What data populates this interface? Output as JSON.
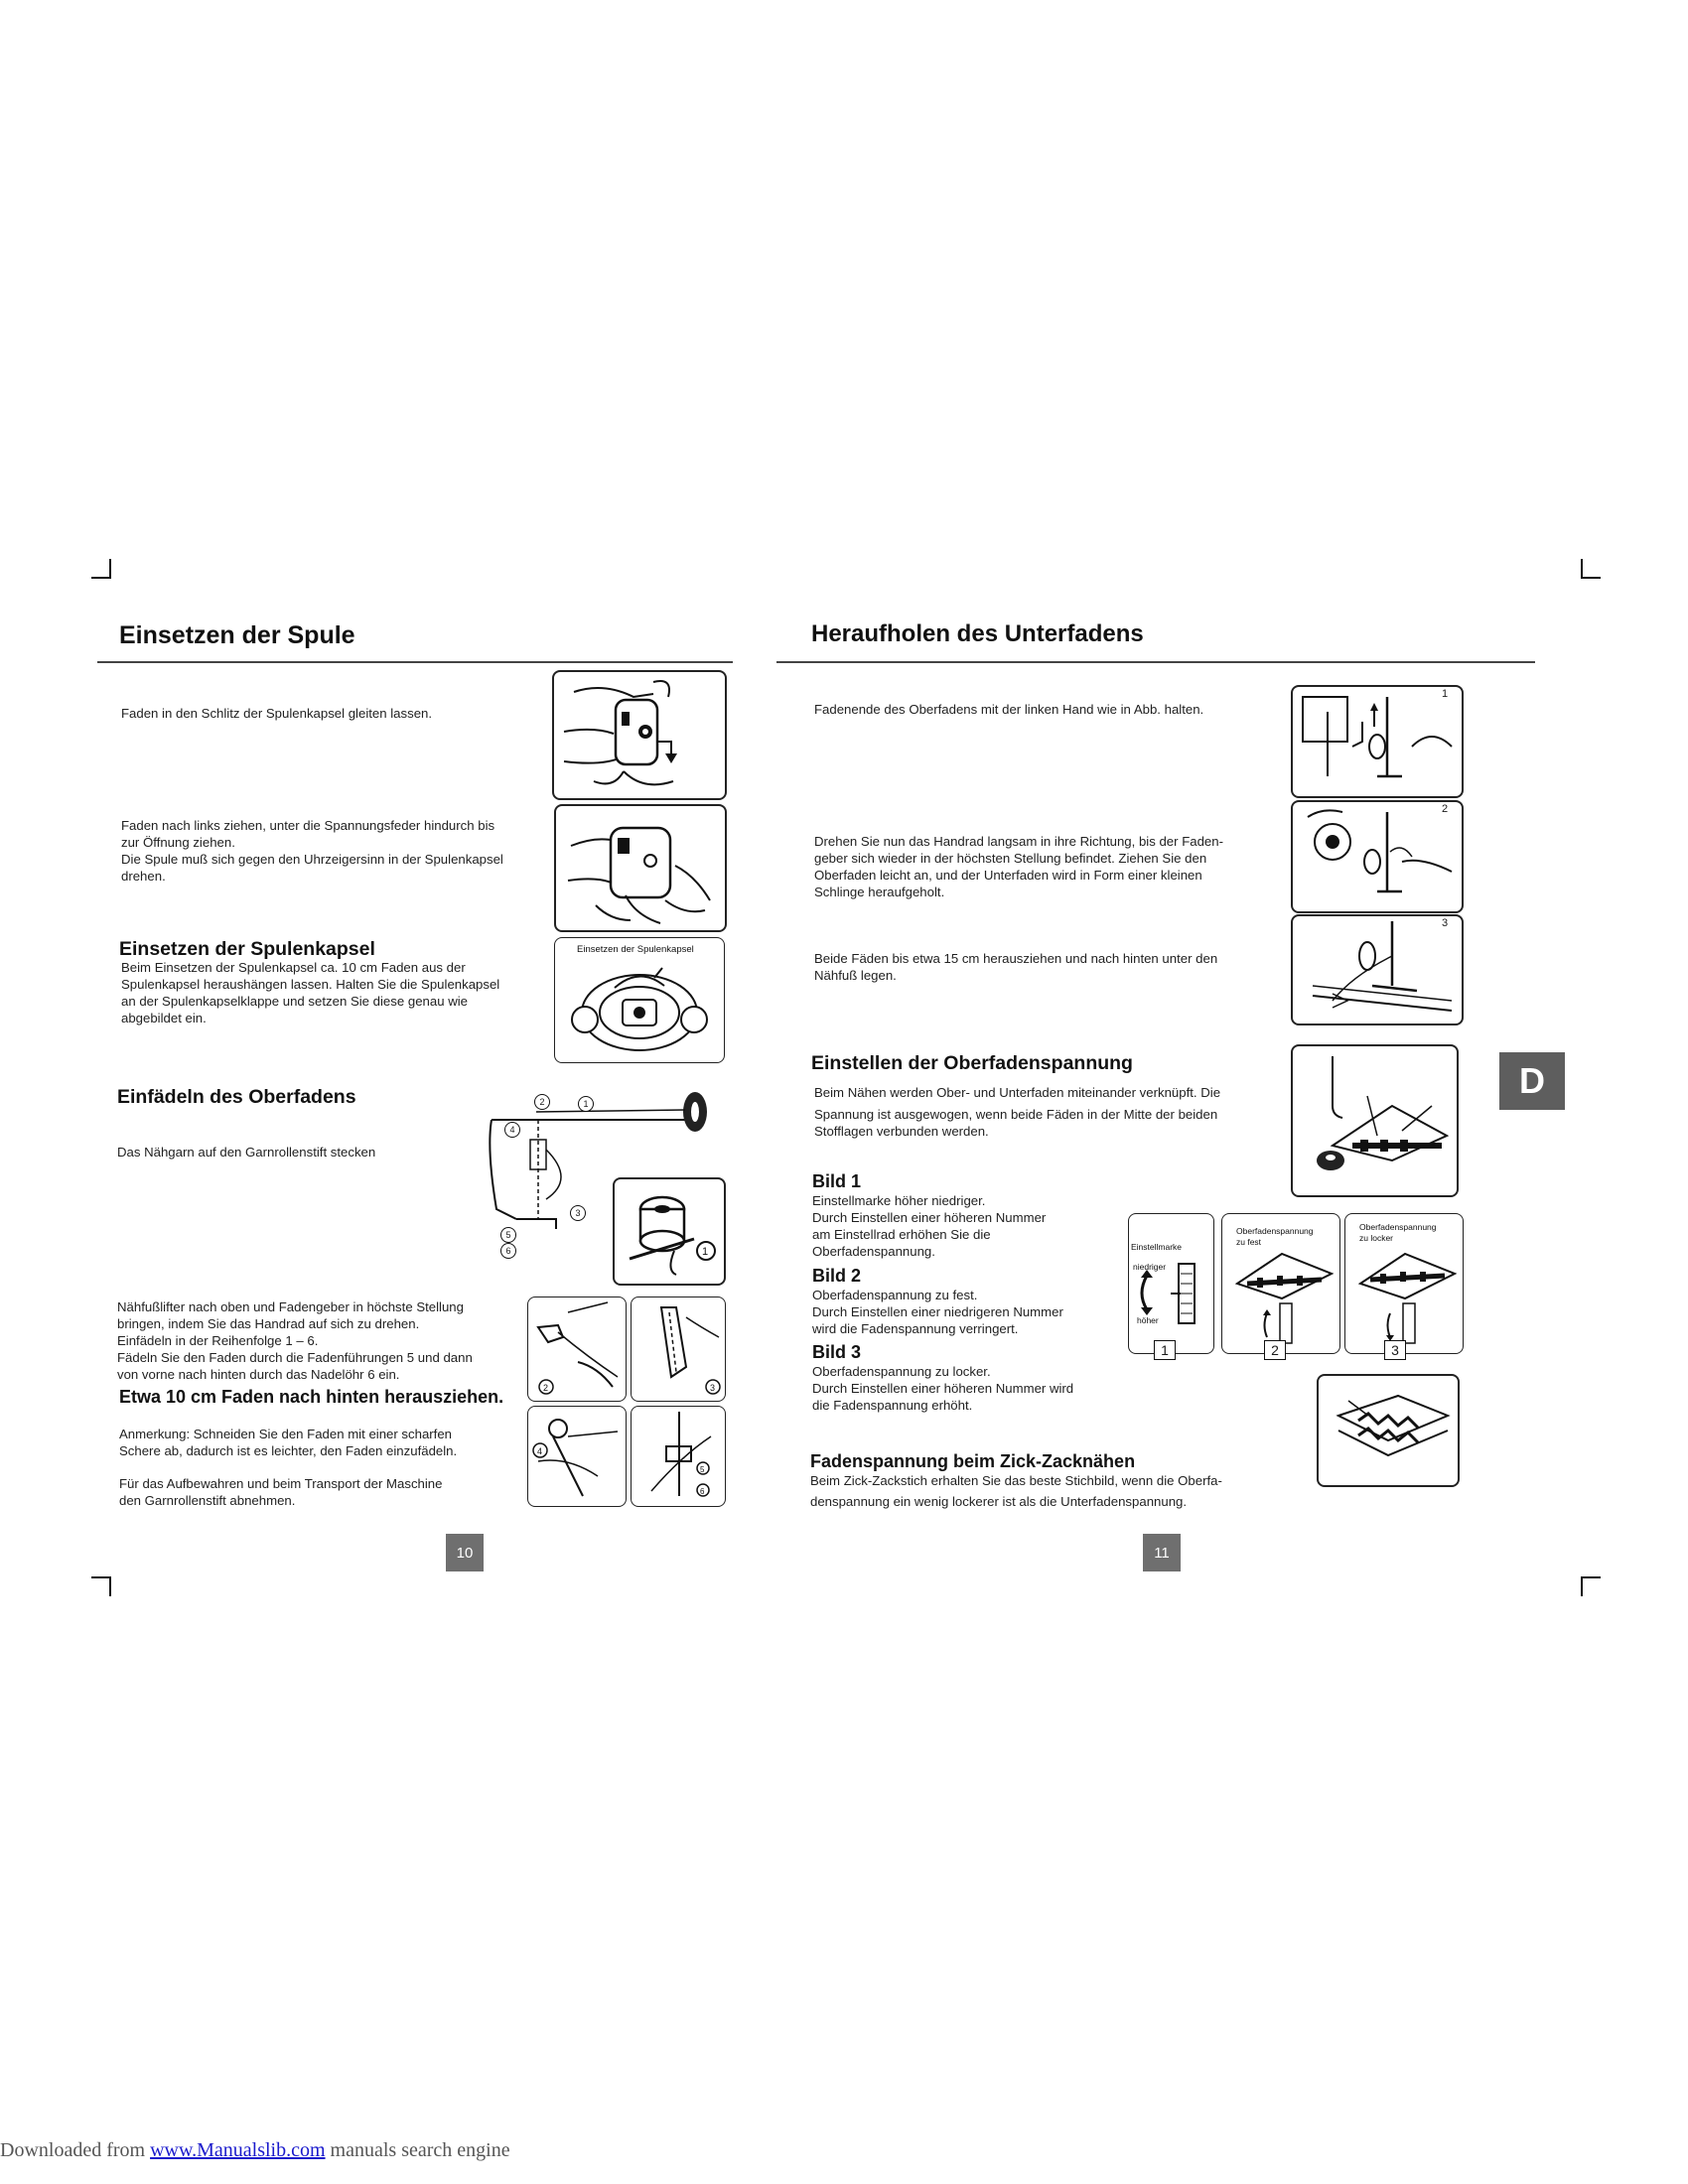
{
  "left_page": {
    "title": "Einsetzen der Spule",
    "step1_text": "Faden in den Schlitz der Spulenkapsel gleiten lassen.",
    "step2_lines": [
      "Faden nach links ziehen, unter die Spannungsfeder hindurch bis",
      "zur Öffnung ziehen.",
      "Die Spule muß sich gegen den Uhrzeigersinn in der Spulenkapsel",
      "drehen."
    ],
    "bobbin_case": {
      "heading": "Einsetzen der Spulenkapsel",
      "lines": [
        "Beim Einsetzen der Spulenkapsel ca. 10 cm Faden aus der",
        "Spulenkapsel heraushängen lassen. Halten Sie die Spulenkapsel",
        "an der Spulenkapselklappe und setzen Sie diese genau wie",
        "abgebildet ein."
      ],
      "figure_label": "Einsetzen der Spulenkapsel"
    },
    "threading": {
      "heading": "Einfädeln des Oberfadens",
      "intro": "Das Nähgarn auf den Garnrollenstift stecken",
      "lines": [
        "Nähfußlifter nach oben und Fadengeber in höchste Stellung",
        "bringen, indem Sie das Handrad auf sich zu drehen.",
        "Einfädeln in der Reihenfolge 1 – 6.",
        "Fädeln Sie den Faden durch die Fadenführungen 5 und dann",
        "von vorne nach hinten durch das Nadelöhr 6 ein."
      ],
      "pull_heading": "Etwa 10 cm Faden nach hinten herausziehen.",
      "note_lines": [
        "Anmerkung: Schneiden Sie den Faden mit einer scharfen",
        "Schere ab, dadurch ist es leichter, den Faden einzufädeln."
      ],
      "storage_lines": [
        "Für das Aufbewahren und beim Transport der Maschine",
        "den Garnrollenstift abnehmen."
      ],
      "callouts": [
        "1",
        "2",
        "3",
        "4",
        "5",
        "6"
      ]
    },
    "page_number": "10"
  },
  "right_page": {
    "title": "Heraufholen des Unterfadens",
    "step1_text": "Fadenende des Oberfadens mit der linken Hand wie in Abb. halten.",
    "step2_lines": [
      "Drehen Sie nun das Handrad langsam in ihre Richtung, bis der Faden-",
      "geber sich wieder in der höchsten Stellung befindet. Ziehen Sie den",
      "Oberfaden leicht an, und der Unterfaden wird in Form einer kleinen",
      "Schlinge heraufgeholt."
    ],
    "step3_lines": [
      "Beide Fäden bis etwa 15 cm herausziehen und nach hinten unter den",
      "Nähfuß legen."
    ],
    "figure_numbers": [
      "1",
      "2",
      "3"
    ],
    "tension": {
      "heading": "Einstellen der Oberfadenspannung",
      "lines": [
        "Beim Nähen werden Ober- und Unterfaden miteinander verknüpft. Die",
        "Spannung ist ausgewogen, wenn beide Fäden in der Mitte der beiden",
        "Stofflagen verbunden werden."
      ],
      "bild1_heading": "Bild 1",
      "bild1_lines": [
        "Einstellmarke höher niedriger.",
        "Durch Einstellen einer höheren Nummer",
        "am Einstellrad erhöhen Sie die",
        "Oberfadenspannung."
      ],
      "bild2_heading": "Bild 2",
      "bild2_lines": [
        "Oberfadenspannung zu fest.",
        "Durch Einstellen einer niedrigeren Nummer",
        "wird die Fadenspannung verringert."
      ],
      "bild3_heading": "Bild 3",
      "bild3_lines": [
        "Oberfadenspannung zu locker.",
        "Durch Einstellen einer höheren Nummer wird",
        "die Fadenspannung erhöht."
      ],
      "fig1_labels": {
        "mark": "Einstellmarke",
        "lower": "niedriger",
        "higher": "höher"
      },
      "fig2_labels": [
        "Oberfadenspannung",
        "zu fest"
      ],
      "fig3_labels": [
        "Oberfadenspannung",
        "zu locker"
      ],
      "box_numbers": [
        "1",
        "2",
        "3"
      ]
    },
    "zigzag": {
      "heading": "Fadenspannung beim Zick-Zacknähen",
      "lines": [
        "Beim Zick-Zackstich erhalten Sie das beste Stichbild, wenn die Oberfa-",
        "denspannung ein wenig lockerer ist als die Unterfadenspannung."
      ]
    },
    "side_tab": "D",
    "page_number": "11"
  },
  "footer": {
    "prefix": "Downloaded from ",
    "link": "www.Manualslib.com",
    "suffix": " manuals search engine"
  }
}
